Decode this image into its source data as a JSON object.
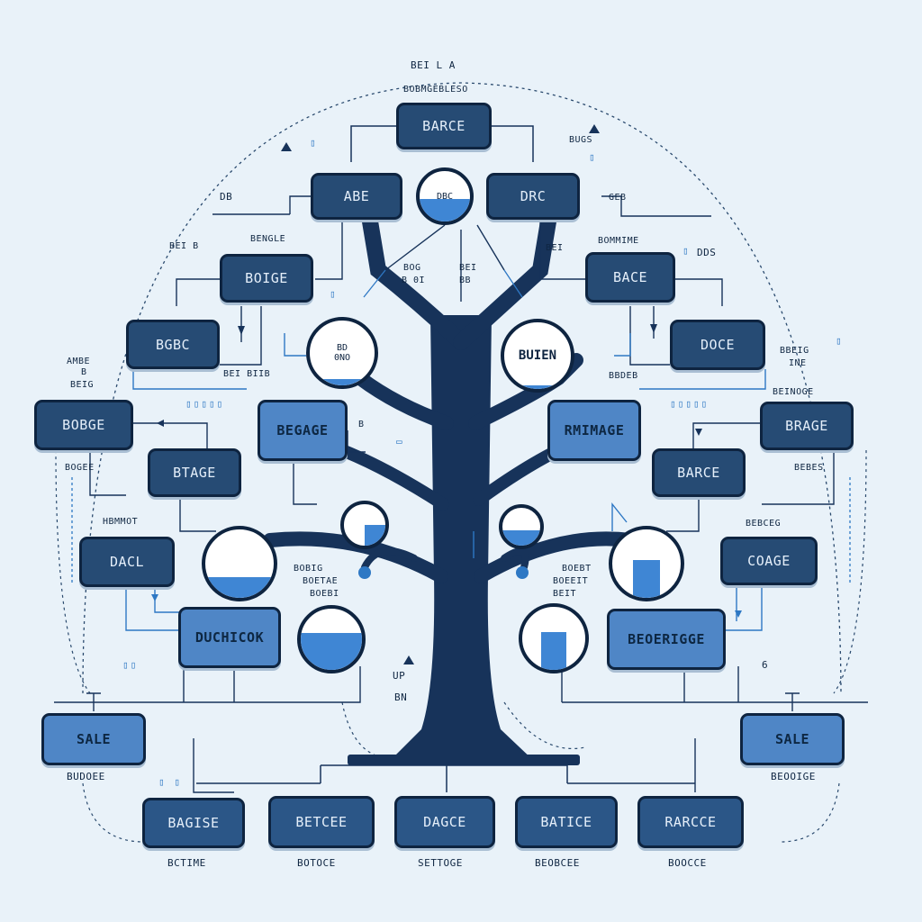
{
  "diagram": {
    "root": "BARCE",
    "nodes": {
      "upper_left": "ABE",
      "upper_right": "DRC",
      "left_a": "BOIGE",
      "left_b": "BGBC",
      "left_c": "BOBGE",
      "left_d": "BTAGE",
      "left_e": "DACL",
      "left_blue_a": "BEGAGE",
      "left_blue_b": "DUCHICOK",
      "right_a": "BACE",
      "right_b": "DOCE",
      "right_c": "BRAGE",
      "right_d": "BARCE",
      "right_e": "COAGE",
      "right_blue_a": "RMIMAGE",
      "right_blue_b": "BEOERIGGE",
      "sale_left": "SALE",
      "sale_right": "SALE"
    },
    "bubbles": {
      "top": "DBC",
      "mid_left": "BD\n0NO",
      "mid_right": "BUIEN"
    },
    "bottom_nodes": [
      {
        "label": "BAGISE",
        "caption": "BCTIME"
      },
      {
        "label": "BETCEE",
        "caption": "BOTOCE"
      },
      {
        "label": "DAGCE",
        "caption": "SETTOGE"
      },
      {
        "label": "BATICE",
        "caption": "BEOBCEE"
      },
      {
        "label": "RARCCE",
        "caption": "BOOCCE"
      }
    ],
    "labels": {
      "top1": "BEI L A",
      "top2": "BOBMGEBLESO",
      "tl_db": "DB",
      "tl_bengle": "BENGLE",
      "left_bei": "BEI B",
      "left_amde": "AMBE",
      "left_b": "B",
      "left_beig": "BEIG",
      "left_bogee": "BOGEE",
      "left_hbmmot": "HBMMOT",
      "left_gbel": "BEI BIIB",
      "sale_cap_left": "BUDOEE",
      "sale_cap_right": "BEOOIGE",
      "mid_bog": "BOG",
      "mid_bei": "BEI",
      "mid_b": "B",
      "mid_pair_l1": "BOG",
      "mid_pair_l2": "B 0I",
      "mid_pair_r1": "BEI",
      "mid_pair_r2": "BB",
      "center_left_1": "BOBIG",
      "center_left_2": "BOETAE",
      "center_left_3": "BOEBI",
      "center_right_1": "BOEBT",
      "center_right_2": "BOEEIT",
      "center_right_3": "BEIT",
      "trunk_up": "UP",
      "trunk_bn": "BN",
      "tr_bugs": "BUGS",
      "tr_geb": "GEB",
      "tr_bommime": "BOMMIME",
      "tr_dds": "DDS",
      "right_ine": "INE",
      "right_bbeg": "BBEIG",
      "right_beinoge": "BEINOGE",
      "right_bebes": "BEBES",
      "right_bbdeb": "BBDEB",
      "right_bebceg": "BEBCEG",
      "right_b6": "6",
      "left_bei2": "BEI",
      "tr_bei": "BEI"
    },
    "colors": {
      "background": "#e9f2f9",
      "node_dark": "#264b74",
      "node_blue": "#4f86c6",
      "outline": "#0e2440",
      "trunk": "#17335a",
      "accent": "#3f86d4"
    },
    "bubble_fill_levels": {
      "top": 0.45,
      "mid_left": 0.1,
      "mid_right": 0.05,
      "small_left": 0.5,
      "small_right": 0.4,
      "big_left": 0.3,
      "big_right": 0.55,
      "cone_left": 0.6,
      "cone_right": 0.6
    }
  }
}
